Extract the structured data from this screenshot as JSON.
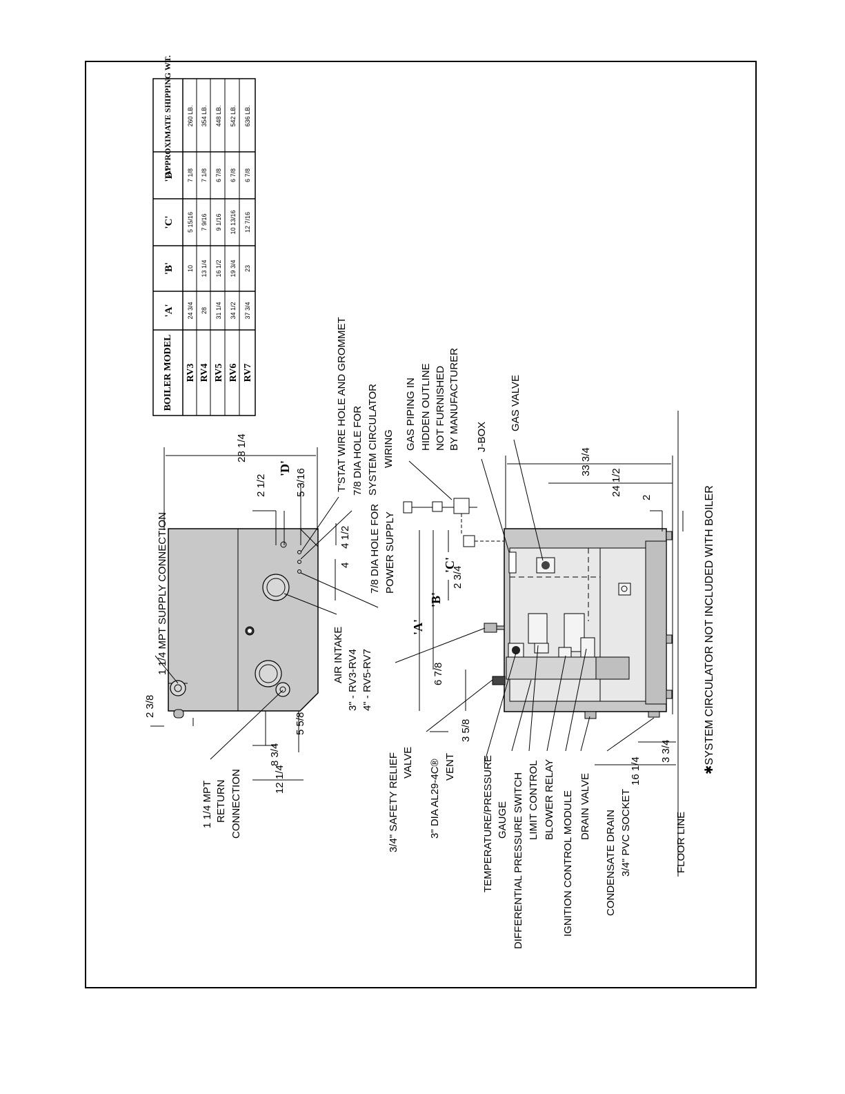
{
  "table": {
    "headers": [
      "BOILER MODEL",
      "'A'",
      "'B'",
      "'C'",
      "'D'",
      "APPROXIMATE SHIPPING WT."
    ],
    "rows": [
      [
        "RV3",
        "24 3/4",
        "10",
        "5 15/16",
        "7 1/8",
        "260 LB."
      ],
      [
        "RV4",
        "28",
        "13 1/4",
        "7 9/16",
        "7 1/8",
        "354 LB."
      ],
      [
        "RV5",
        "31 1/4",
        "16 1/2",
        "9 1/16",
        "6 7/8",
        "448 LB."
      ],
      [
        "RV6",
        "34 1/2",
        "19 3/4",
        "10 13/16",
        "6 7/8",
        "542 LB."
      ],
      [
        "RV7",
        "37 3/4",
        "23",
        "12 7/16",
        "6 7/8",
        "636 LB."
      ]
    ]
  },
  "callouts": {
    "supply": "1 1/4 MPT SUPPLY CONNECTION",
    "tstat": "T'STAT WIRE HOLE AND GROMMET",
    "circ_hole_1": "7/8 DIA HOLE FOR",
    "circ_hole_2": "SYSTEM CIRCULATOR",
    "circ_hole_3": "WIRING",
    "gas_piping_1": "GAS PIPING IN",
    "gas_piping_2": "HIDDEN OUTLINE",
    "gas_piping_3": "NOT FURNISHED",
    "gas_piping_4": "BY MANUFACTURER",
    "jbox": "J-BOX",
    "gas_valve": "GAS VALVE",
    "power_hole_1": "7/8 DIA HOLE FOR",
    "power_hole_2": "POWER SUPPLY",
    "air_intake_1": "AIR INTAKE",
    "air_intake_2": "3\"  -  RV3-RV4",
    "air_intake_3": "4\"  -  RV5-RV7",
    "return_1": "1 1/4 MPT",
    "return_2": "RETURN",
    "return_3": "CONNECTION",
    "relief_1": "3/4\" SAFETY RELIEF",
    "relief_2": "VALVE",
    "vent_1": "3\" DIA AL29-4C® ",
    "vent_2": "VENT",
    "gauge_1": "TEMPERATURE/PRESSURE",
    "gauge_2": "GAUGE",
    "diff_switch": "DIFFERENTIAL PRESSURE SWITCH",
    "limit": "LIMIT CONTROL",
    "blower": "BLOWER RELAY",
    "ignition": "IGNITION CONTROL MODULE",
    "drain_valve": "DRAIN VALVE",
    "condensate_1": "CONDENSATE DRAIN",
    "condensate_2": "3/4\" PVC SOCKET",
    "floor": "FLOOR LINE",
    "circulator_note": "✱SYSTEM CIRCULATOR NOT INCLUDED WITH BOILER"
  },
  "dimensions": {
    "d_2_3_8": "2 3/8",
    "d_28_1_4": "28 1/4",
    "d_2_1_2": "2 1/2",
    "d_5_3_16": "5 3/16",
    "d_D": "'D'",
    "d_4_1_2": "4 1/2",
    "d_4": "4",
    "d_2_3_4": "2 3/4",
    "d_33_3_4": "33 3/4",
    "d_24_1_2": "24 1/2",
    "d_2": "2",
    "d_C": "'C'",
    "d_B": "'B'",
    "d_A": "'A'",
    "d_6_7_8": "6 7/8",
    "d_3_5_8": "3 5/8",
    "d_5_5_8": "5 5/8",
    "d_8_3_4": "8 3/4",
    "d_12_1_4": "12 1/4",
    "d_16_1_4": "16 1/4",
    "d_3_3_4": "3 3/4"
  }
}
